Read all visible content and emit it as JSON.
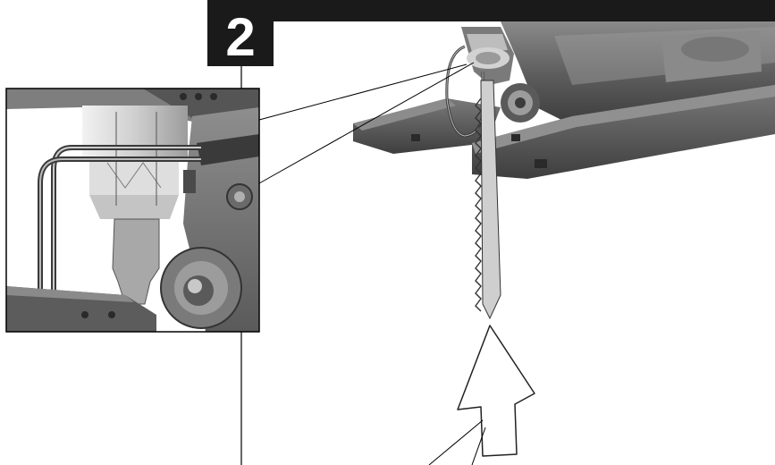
{
  "step": {
    "number": "2"
  },
  "colors": {
    "header_bar": "#1a1a1a",
    "tool_body_dark": "#4a4a4a",
    "tool_body_mid": "#6e6e6e",
    "tool_body_light": "#9a9a9a",
    "metal_highlight": "#d8d8d8",
    "callout_line": "#000000",
    "arrow_fill": "#ffffff",
    "arrow_stroke": "#222222"
  },
  "icons": {
    "step_badge": "number-badge",
    "direction_indicator": "up-arrow-icon",
    "detail_view": "magnified-inset"
  }
}
